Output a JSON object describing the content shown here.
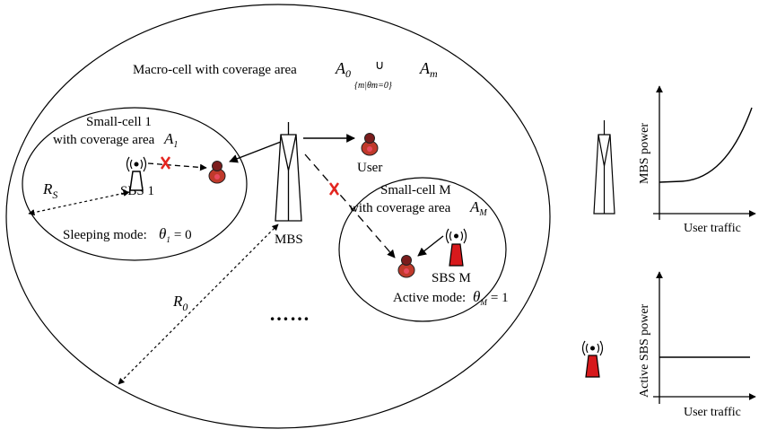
{
  "macro_cell": {
    "label": "Macro-cell with coverage area",
    "sym_A": "A",
    "sub_0": "0",
    "union": "∪",
    "union_sub": "{m|θm=0}",
    "sym_Am": "A",
    "sub_m": "m"
  },
  "small_cell_1": {
    "line1": "Small-cell 1",
    "line2": "with coverage area",
    "sym": "A",
    "sub": "1",
    "sbs_label": "SBS 1",
    "mode": "Sleeping mode:",
    "theta": "θ",
    "theta_sub": "1",
    "theta_val": "= 0"
  },
  "small_cell_m": {
    "line1": "Small-cell M",
    "line2": "with coverage area",
    "sym": "A",
    "sub": "M",
    "sbs_label": "SBS M",
    "mode": "Active mode:",
    "theta": "θ",
    "theta_sub": "M",
    "theta_val": "= 1"
  },
  "labels": {
    "mbs": "MBS",
    "user": "User",
    "rs": "R",
    "rs_sub": "S",
    "r0": "R",
    "r0_sub": "0",
    "ellipsis": "……"
  },
  "chart_mbs": {
    "ylabel": "MBS power",
    "xlabel": "User traffic",
    "type": "line",
    "shape": "increasing convex curve from a non-zero base"
  },
  "chart_sbs": {
    "ylabel": "Active SBS power",
    "xlabel": "User traffic",
    "type": "line",
    "shape": "constant horizontal line"
  },
  "colors": {
    "sbs_active": "#d7191c",
    "user_body": "#c0392b",
    "user_head": "#7b1c1c",
    "block_mark": "#e4251f",
    "stroke": "#000000"
  }
}
